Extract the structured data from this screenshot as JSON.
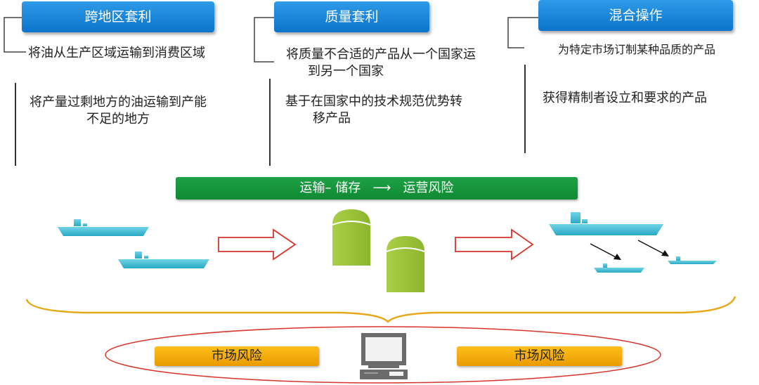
{
  "columns": [
    {
      "title": "跨地区套利",
      "line1": "将油从生产区域运输到消费区域",
      "line2a": "将产量过剩地方的油运输到产能",
      "line2b": "不足的地方"
    },
    {
      "title": "质量套利",
      "line1a": "将质量不合适的产品从一个国家运",
      "line1b": "到另一个国家",
      "line2a": "基于在国家中的技术规范优势转",
      "line2b": "移产品"
    },
    {
      "title": "混合操作",
      "line1": "为特定市场订制某种品质的产品",
      "line2": "获得精制者设立和要求的产品"
    }
  ],
  "flow_bar": {
    "left_text": "运输– 储存",
    "arrow": "⟶",
    "right_text": "运营风险"
  },
  "risk_left": "市场风险",
  "risk_right": "市场风险",
  "icons": [
    "ship-icon",
    "storage-tank-icon",
    "block-arrow-icon",
    "computer-icon",
    "curly-brace",
    "ellipse"
  ],
  "colors": {
    "button_blue": "#0b74cc",
    "bar_green": "#0f8b32",
    "bar_orange": "#f0a500",
    "ship_cyan": "#4cc4db",
    "tank_green": "#9ec43a",
    "arrow_red": "#d9342b",
    "brace_gold": "#e6a817",
    "ellipse_red": "#d9342b"
  }
}
